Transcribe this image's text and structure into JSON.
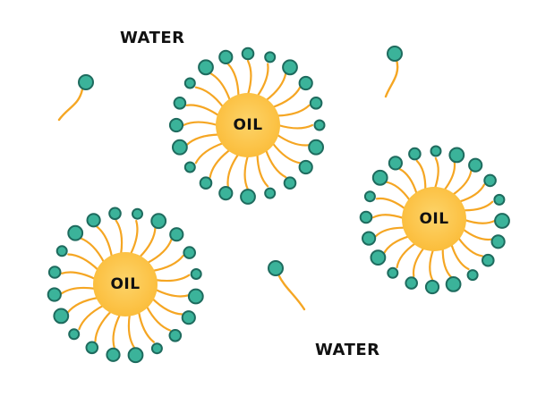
{
  "labels": {
    "water_top": "WATER",
    "water_bottom": "WATER",
    "oil": [
      "OIL",
      "OIL",
      "OIL"
    ]
  },
  "colors": {
    "background": "#ffffff",
    "oil_fill": "#fbbd3b",
    "oil_glow": "#fdd46a",
    "tail": "#f5a623",
    "head_fill": "#3bb39a",
    "head_stroke": "#1e6b5e",
    "text": "#111111"
  },
  "micelles": [
    {
      "oil_label_index": 0,
      "head_count": 20
    },
    {
      "oil_label_index": 1,
      "head_count": 20
    },
    {
      "oil_label_index": 2,
      "head_count": 20
    }
  ],
  "free_molecules": 3
}
